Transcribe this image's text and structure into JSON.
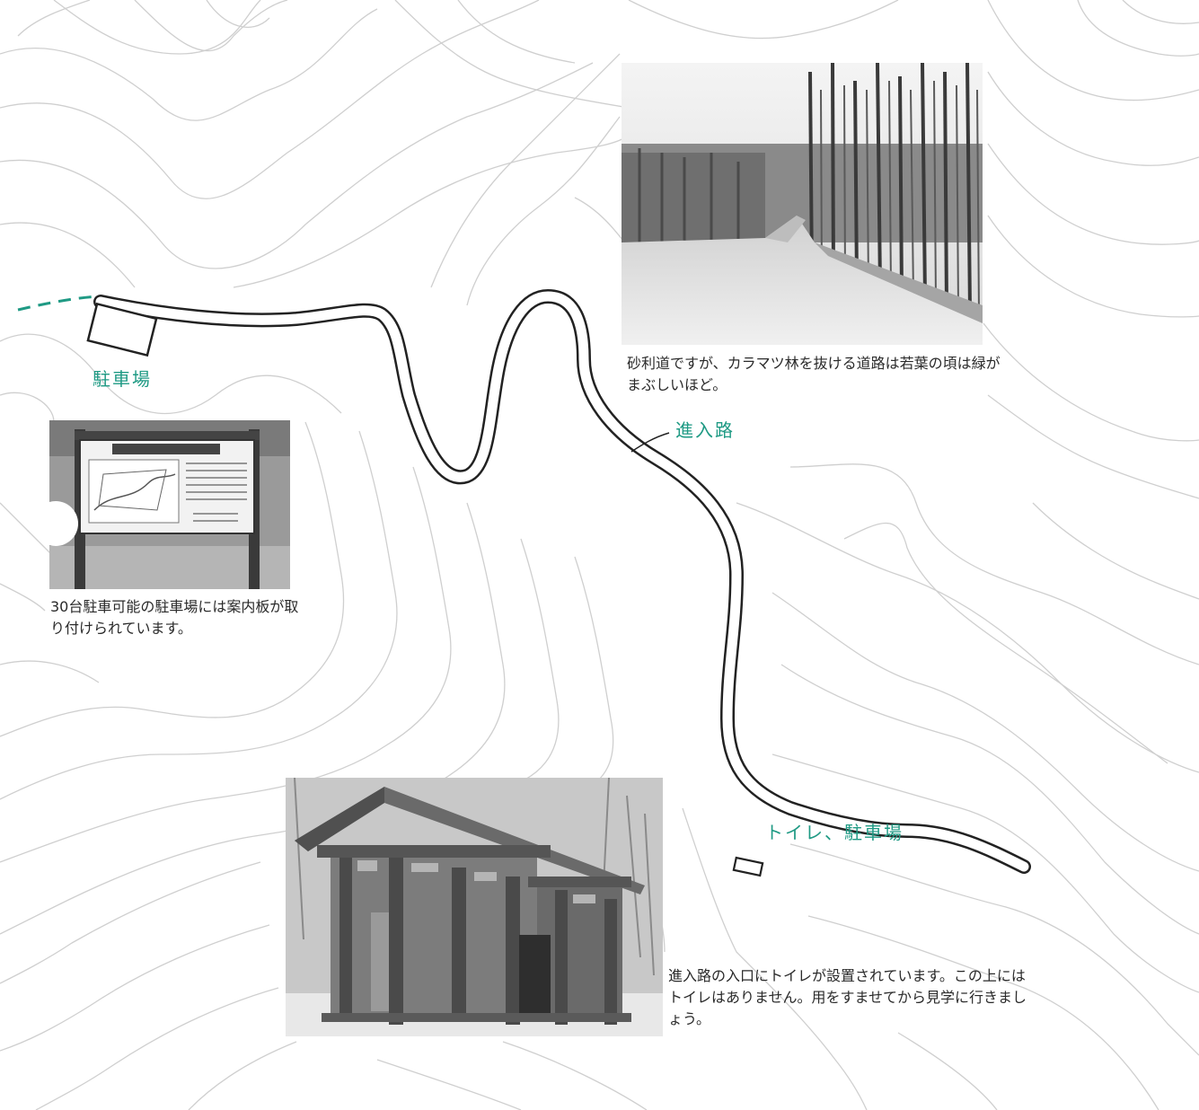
{
  "labels": {
    "parking": "駐車場",
    "access_road": "進入路",
    "toilet_parking": "トイレ、駐車場"
  },
  "captions": {
    "parking_photo": "30台駐車可能の駐車場には案内板が取り付けられています。",
    "road_photo": "砂利道ですが、カラマツ林を抜ける道路は若葉の頃は緑がまぶしいほど。",
    "toilet_photo": "進入路の入口にトイレが設置されています。この上にはトイレはありません。用をすませてから見学に行きましょう。"
  },
  "colors": {
    "label_teal": "#1f9a84",
    "contour_gray": "#c9c9c9",
    "road_outline": "#222222"
  }
}
